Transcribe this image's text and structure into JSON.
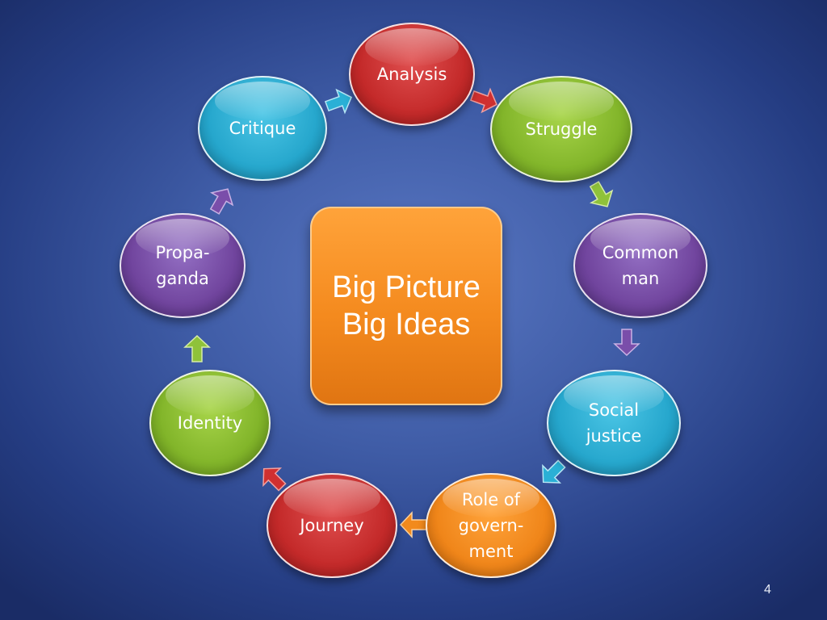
{
  "center": {
    "text": "Big Picture\nBig Ideas"
  },
  "nodes": {
    "analysis": {
      "label": "Analysis"
    },
    "struggle": {
      "label": "Struggle"
    },
    "common_man": {
      "label": "Common\nman"
    },
    "social_justice": {
      "label": "Social\njustice"
    },
    "role_of_government": {
      "label": "Role of\ngovern-\nment"
    },
    "journey": {
      "label": "Journey"
    },
    "identity": {
      "label": "Identity"
    },
    "propaganda": {
      "label": "Propa-\nganda"
    },
    "critique": {
      "label": "Critique"
    }
  },
  "colors": {
    "red": "#c42a2a",
    "green": "#82b52a",
    "purple": "#71459e",
    "cyan": "#26a7cd",
    "orange": "#f0861a",
    "background": "#3f5ca6"
  },
  "page_number": "4"
}
